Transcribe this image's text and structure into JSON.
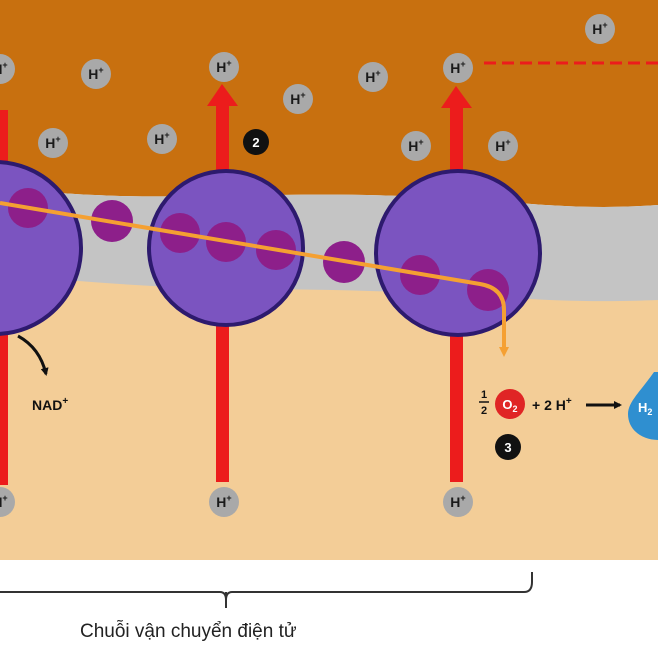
{
  "labels": {
    "proton": "H+",
    "proton_base": "H",
    "proton_charge": "+",
    "nad": "NAD+",
    "nad_base": "NAD",
    "nad_charge": "+",
    "step_2": "2",
    "step_3": "3",
    "half_num": "1",
    "half_den": "2",
    "oxygen_base": "O",
    "oxygen_sub": "2",
    "two_h_plus": "+ 2 H+",
    "two_h_base": "+ 2 H",
    "two_h_charge": "+",
    "water_base": "H",
    "water_sub": "2",
    "caption": "Chuỗi vận chuyển điện tử"
  },
  "colors": {
    "intermembrane_space": "#c8700f",
    "membrane": "#c4c4c4",
    "matrix": "#f3cd97",
    "complex_fill": "#7b54c0",
    "complex_stroke": "#2d1a6e",
    "carrier": "#8d1f8a",
    "proton_arrow": "#ec1c1c",
    "electron_path": "#f5a032",
    "proton_ion": "#a9a9a9",
    "oxygen": "#e02525",
    "water": "#2f8fd0",
    "step_badge": "#111111"
  }
}
